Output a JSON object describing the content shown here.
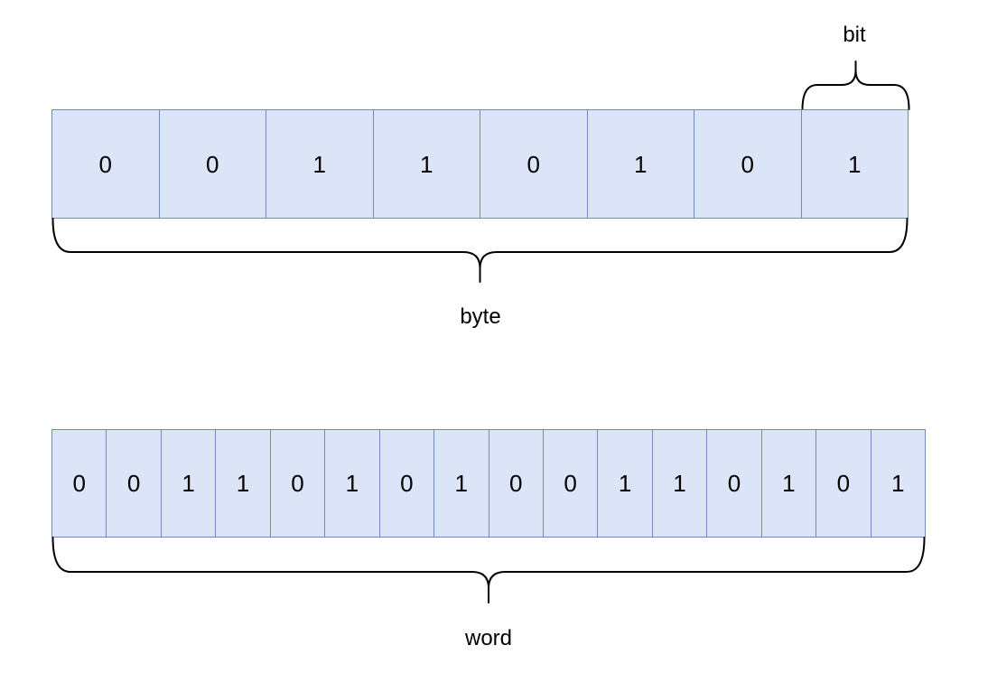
{
  "colors": {
    "cell_fill": "#dbe5f7",
    "cell_border": "#7289bb",
    "brace_stroke": "#000000",
    "label_color": "#000000",
    "page_bg": "#ffffff"
  },
  "byte_section": {
    "bit_label": "bit",
    "label": "byte",
    "bits": [
      "0",
      "0",
      "1",
      "1",
      "0",
      "1",
      "0",
      "1"
    ]
  },
  "word_section": {
    "label": "word",
    "bits": [
      "0",
      "0",
      "1",
      "1",
      "0",
      "1",
      "0",
      "1",
      "0",
      "0",
      "1",
      "1",
      "0",
      "1",
      "0",
      "1"
    ]
  }
}
